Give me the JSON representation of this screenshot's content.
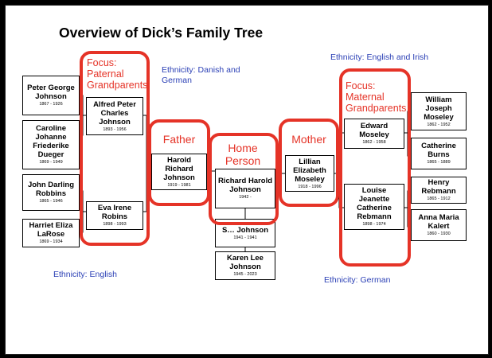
{
  "title": "Overview of Dick’s Family Tree",
  "ethnicity": {
    "paternal": "Ethnicity: Danish and German",
    "maternal": "Ethnicity: English and Irish",
    "english": "Ethnicity: English",
    "german": "Ethnicity: German"
  },
  "focus": {
    "paternal": "Focus: Paternal Grandparents",
    "maternal": "Focus: Maternal Grandparents",
    "father": "Father",
    "home": "Home Person",
    "mother": "Mother"
  },
  "people": {
    "peter": {
      "name": "Peter George Johnson",
      "dates": "1867 - 1926"
    },
    "caroline": {
      "name": "Caroline Johanne Friederike Dueger",
      "dates": "1869 - 1949"
    },
    "john": {
      "name": "John Darling Robbins",
      "dates": "1865 - 1946"
    },
    "harriet": {
      "name": "Harriet Eliza LaRose",
      "dates": "1869 - 1934"
    },
    "alfred": {
      "name": "Alfred Peter Charles Johnson",
      "dates": "1893 - 1956"
    },
    "eva": {
      "name": "Eva Irene Robins",
      "dates": "1898 - 1993"
    },
    "harold": {
      "name": "Harold Richard Johnson",
      "dates": "1919 - 1981"
    },
    "richard": {
      "name": "Richard Harold Johnson",
      "dates": "1942 -"
    },
    "sibling1": {
      "name": "S… Johnson",
      "dates": "1941 - 1941"
    },
    "karen": {
      "name": "Karen Lee Johnson",
      "dates": "1945 - 2023"
    },
    "lillian": {
      "name": "Lillian Elizabeth Moseley",
      "dates": "1918 - 1996"
    },
    "edward": {
      "name": "Edward Moseley",
      "dates": "1862 - 1958"
    },
    "louise": {
      "name": "Louise Jeanette Catherine Rebmann",
      "dates": "1898 - 1974"
    },
    "william": {
      "name": "William Joseph Moseley",
      "dates": "1862 - 1952"
    },
    "catherine": {
      "name": "Catherine Burns",
      "dates": "1865 - 1889"
    },
    "henry": {
      "name": "Henry Rebmann",
      "dates": "1865 - 1912"
    },
    "anna": {
      "name": "Anna Maria Kalert",
      "dates": "1860 - 1930"
    }
  }
}
